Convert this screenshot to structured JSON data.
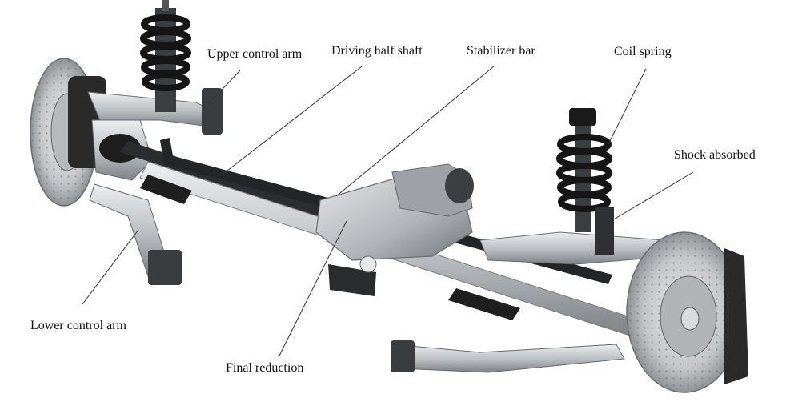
{
  "labels": {
    "upper_control_arm": "Upper control arm",
    "driving_half_shaft": "Driving half shaft",
    "stabilizer_bar": "Stabilizer bar",
    "coil_spring": "Coil spring",
    "shock_absorbed": "Shock absorbed",
    "lower_control_arm": "Lower control arm",
    "final_reduction": "Final reduction"
  },
  "colors": {
    "background": "#ffffff",
    "leader_line": "#333333",
    "metal_light": "#d4d6d8",
    "metal_mid": "#a9adb1",
    "metal_dark": "#5a5e62",
    "rubber": "#1c1c1c",
    "spring": "#151515",
    "disc": "#c9cbcd"
  }
}
